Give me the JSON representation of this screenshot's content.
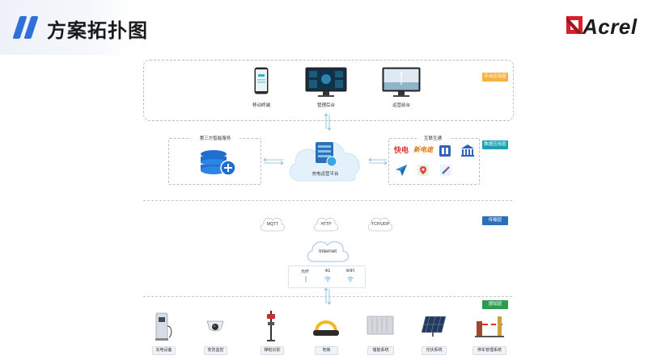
{
  "header": {
    "title": "方案拓扑图",
    "logo_text": "Acrel"
  },
  "layers": {
    "platform": "平台应用层",
    "data": "数据应用层",
    "transport": "传输层",
    "perception": "感知层"
  },
  "platform_apps": [
    "移动终端",
    "管理后台",
    "运营前台"
  ],
  "third_party": {
    "title": "第三方智能服务"
  },
  "cloud_platform": "充电运营平台",
  "interconnect": {
    "title": "互联互通",
    "logos": [
      "快电",
      "新电途"
    ]
  },
  "protocols": [
    "MQTT",
    "HTTP",
    "TCP/UDP"
  ],
  "internet": {
    "label": "Internet",
    "links": [
      "光纤",
      "4G",
      "WIFI"
    ]
  },
  "devices": [
    "充电设备",
    "安防监控",
    "梯桩识别",
    "地锁",
    "储能系统",
    "光伏系统",
    "停车管理系统"
  ],
  "colors": {
    "accent_blue": "#2e6fd8",
    "platform_tag": "#f6b23c",
    "data_tag": "#1e9fb2",
    "transport_tag": "#2a6fb8",
    "perception_tag": "#2f9b4f"
  }
}
